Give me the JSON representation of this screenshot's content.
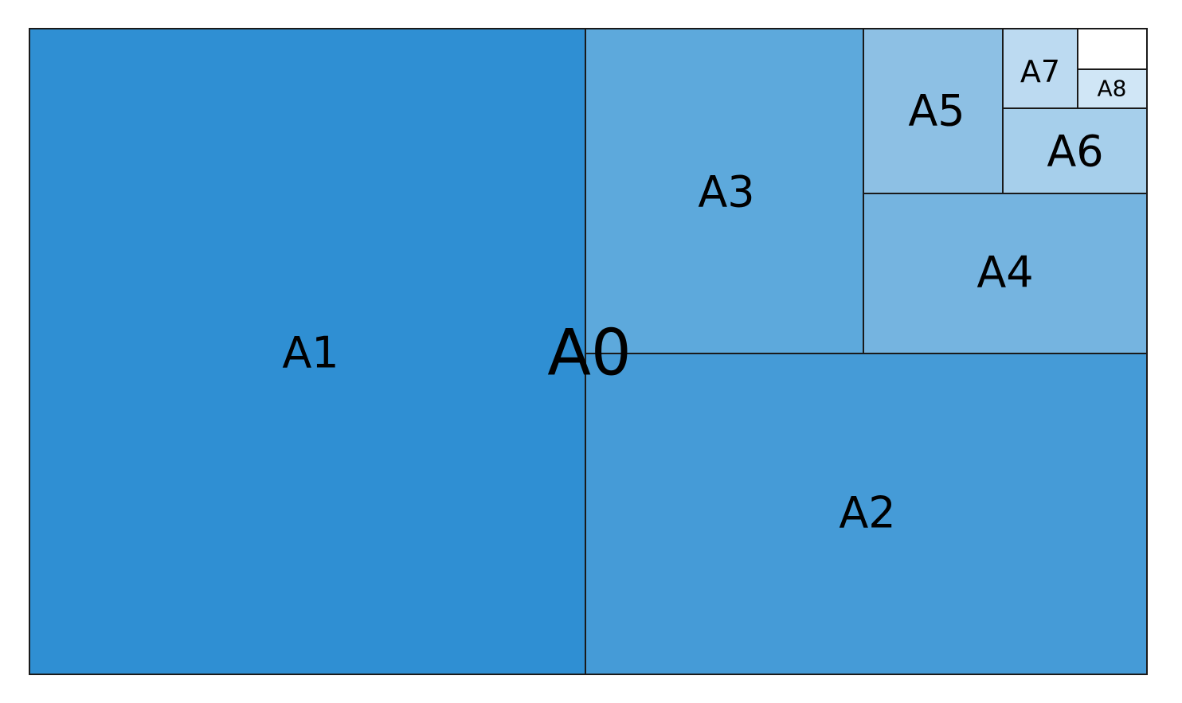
{
  "diagram": {
    "sheets": [
      {
        "key": "a0",
        "label": "A0",
        "color": "#2f8fd3"
      },
      {
        "key": "a1",
        "label": "A1",
        "color": "#2f8fd3"
      },
      {
        "key": "a2",
        "label": "A2",
        "color": "#459bd7"
      },
      {
        "key": "a3",
        "label": "A3",
        "color": "#5da9dc"
      },
      {
        "key": "a4",
        "label": "A4",
        "color": "#75b4e0"
      },
      {
        "key": "a5",
        "label": "A5",
        "color": "#8dc0e4"
      },
      {
        "key": "a6",
        "label": "A6",
        "color": "#a6cfeb"
      },
      {
        "key": "a7",
        "label": "A7",
        "color": "#bcdaf1"
      },
      {
        "key": "a8",
        "label": "A8",
        "color": "#d0e6f6"
      },
      {
        "key": "remainder",
        "label": "",
        "color": "#ffffff"
      }
    ]
  }
}
